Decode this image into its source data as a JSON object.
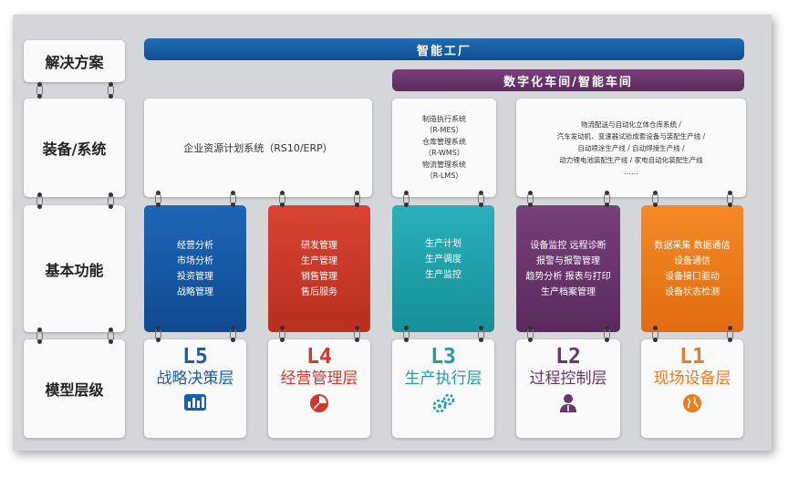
{
  "rows": {
    "solution": "解决方案",
    "equipment": "装备/系统",
    "function": "基本功能",
    "model": "模型层级"
  },
  "banners": {
    "smart_factory": "智能工厂",
    "digital_workshop": "数字化车间/智能车间"
  },
  "systems": {
    "erp": "企业资源计划系统（RS10/ERP）",
    "mes_lines": [
      "制造执行系统",
      "（R-MES）",
      "仓库管理系统",
      "（R-WMS）",
      "物流管理系统",
      "（R-LMS）"
    ],
    "auto_lines": [
      "物流配送与自动化立体仓库系统 /",
      "汽车发动机、变速器试验成套设备与装配生产线 /",
      "自动喷涂生产线 / 自动焊接生产线 /",
      "动力锂电池装配生产线 / 家电自动化装配生产线",
      "……"
    ]
  },
  "functions": [
    {
      "color": "#1559a8",
      "items": [
        "经营分析",
        "市场分析",
        "投资管理",
        "战略管理"
      ]
    },
    {
      "color": "#cf3b2c",
      "items": [
        "研发管理",
        "生产管理",
        "销售管理",
        "售后服务"
      ]
    },
    {
      "color": "#21a3ad",
      "items": [
        "生产计划",
        "生产调度",
        "生产监控"
      ]
    },
    {
      "color": "#6b3670",
      "items": [
        "设备监控 远程诊断",
        "报警与报警管理",
        "趋势分析 报表与打印",
        "生产档案管理"
      ]
    },
    {
      "color": "#ef7d1d",
      "items": [
        "数据采集 数据通信",
        "设备通信",
        "设备接口驱动",
        "设备状态检测"
      ]
    }
  ],
  "levels": [
    {
      "code": "L5",
      "name": "战略决策层",
      "color": "#1a5db0",
      "icon": "bar-chart-icon"
    },
    {
      "code": "L4",
      "name": "经营管理层",
      "color": "#d13a2b",
      "icon": "pie-chart-icon"
    },
    {
      "code": "L3",
      "name": "生产执行层",
      "color": "#1e9fab",
      "icon": "gears-icon"
    },
    {
      "code": "L2",
      "name": "过程控制层",
      "color": "#6a3570",
      "icon": "person-icon"
    },
    {
      "code": "L1",
      "name": "现场设备层",
      "color": "#ee7c1c",
      "icon": "globe-icon"
    }
  ]
}
